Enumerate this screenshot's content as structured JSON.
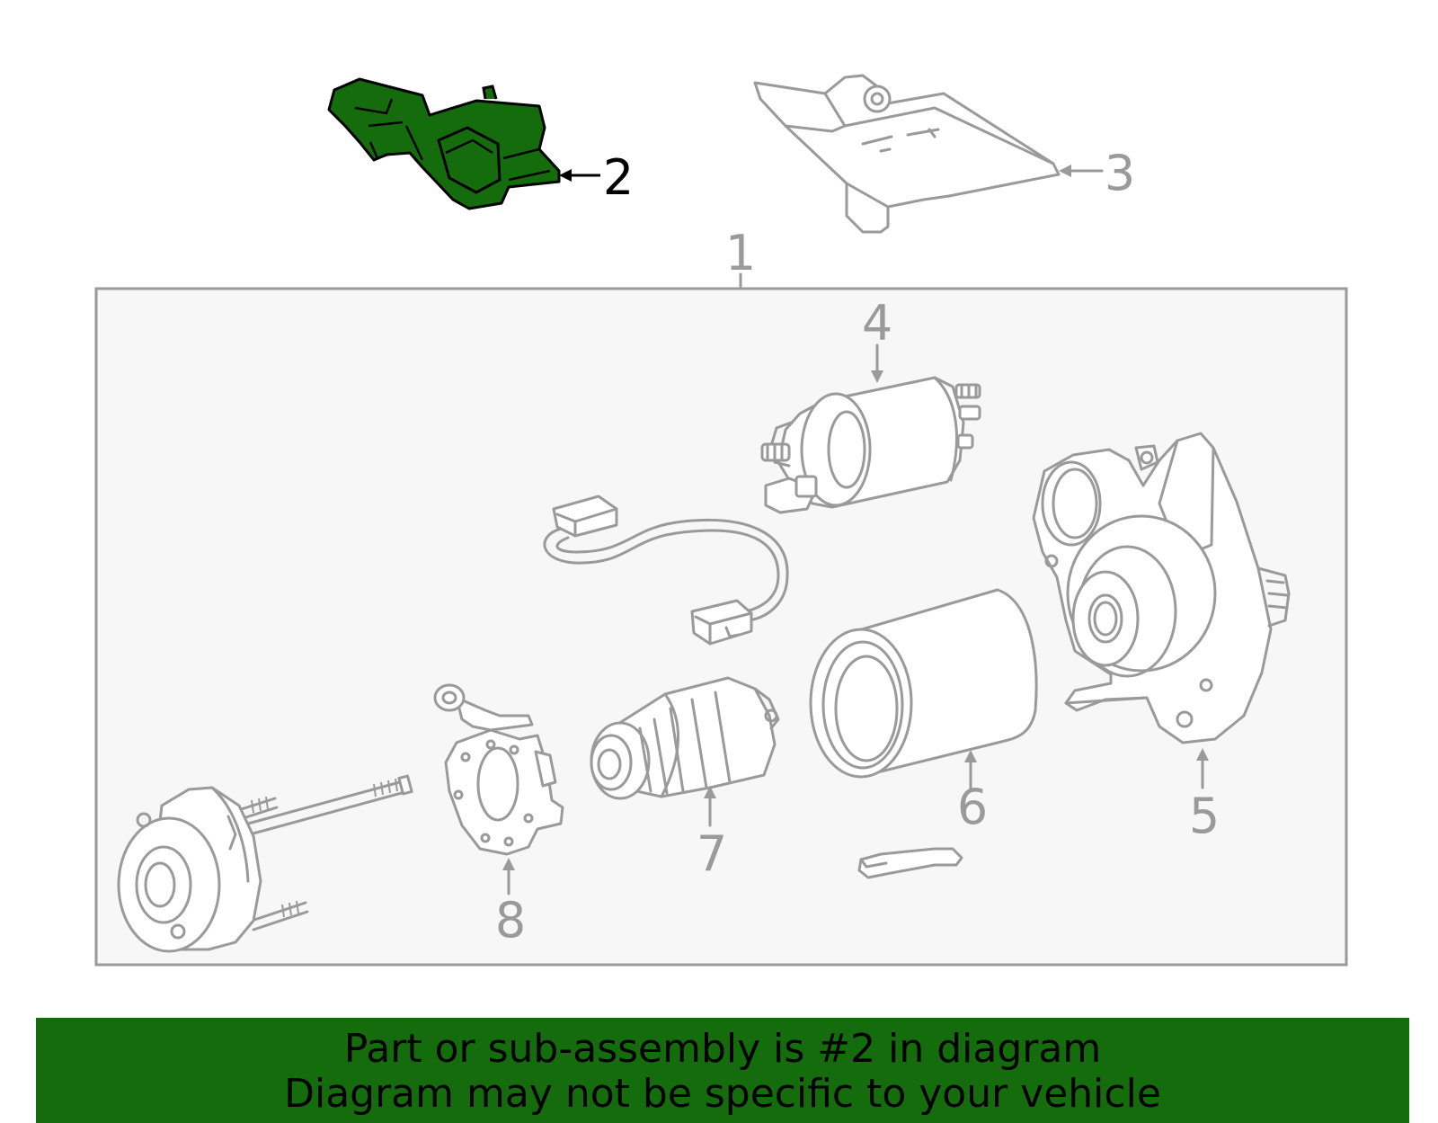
{
  "callouts": [
    {
      "id": "1",
      "label": "1"
    },
    {
      "id": "2",
      "label": "2"
    },
    {
      "id": "3",
      "label": "3"
    },
    {
      "id": "4",
      "label": "4"
    },
    {
      "id": "5",
      "label": "5"
    },
    {
      "id": "6",
      "label": "6"
    },
    {
      "id": "7",
      "label": "7"
    },
    {
      "id": "8",
      "label": "8"
    }
  ],
  "highlighted_part": "2",
  "colors": {
    "highlight_fill": "#146c0c",
    "line_gray": "#9a9a9a",
    "panel_bg": "#f7f7f7",
    "banner_bg": "#146c0c"
  },
  "banner": {
    "line1": "Part or sub-assembly is #2 in diagram",
    "line2": "Diagram may not be specific to your vehicle"
  }
}
